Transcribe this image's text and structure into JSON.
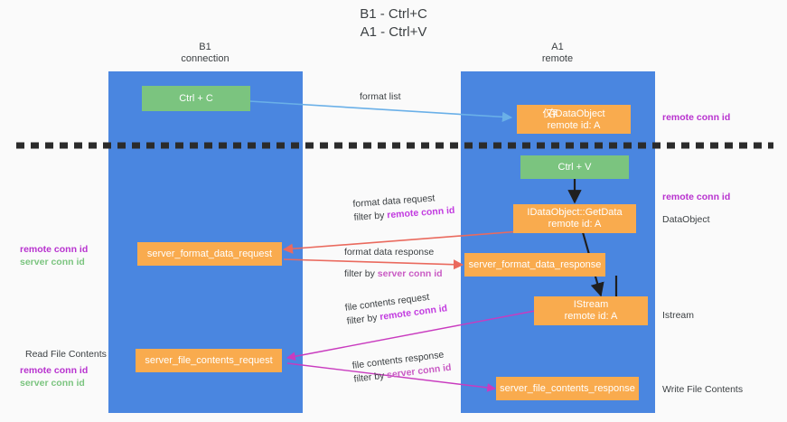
{
  "title": {
    "line1": "B1 - Ctrl+C",
    "line2": "A1 - Ctrl+V"
  },
  "lanes": [
    {
      "id": "b1",
      "title_line1": "B1",
      "title_line2": "connection",
      "color": "#4a86e0"
    },
    {
      "id": "a1",
      "title_line1": "A1",
      "title_line2": "remote",
      "color": "#4a86e0"
    }
  ],
  "boxes": {
    "ctrl_c": {
      "label": "Ctrl + C",
      "color": "#7bc47f"
    },
    "store_dataobject": {
      "label": "IDataObject",
      "prefix": "仅存",
      "sub": "remote id: A",
      "color": "#f9ab4e"
    },
    "ctrl_v": {
      "label": "Ctrl + V",
      "color": "#7bc47f"
    },
    "getdata": {
      "label": "IDataObject::GetData",
      "sub": "remote id: A",
      "color": "#f9ab4e"
    },
    "fmt_request": {
      "label": "server_format_data_request",
      "color": "#f9ab4e"
    },
    "fmt_response": {
      "label": "server_format_data_response",
      "color": "#f9ab4e"
    },
    "istream": {
      "label": "IStream",
      "sub": "remote id: A",
      "color": "#f9ab4e"
    },
    "file_request": {
      "label": "server_file_contents_request",
      "color": "#f9ab4e"
    },
    "file_response": {
      "label": "server_file_contents_response",
      "color": "#f9ab4e"
    }
  },
  "edges": [
    {
      "id": "format-list",
      "line1": "format list",
      "line2": "",
      "key": "",
      "color": "#6ab0e8"
    },
    {
      "id": "format-data-request",
      "line1": "format data request",
      "line2": "filter by",
      "key": "remote conn id",
      "color": "#ea6a5e"
    },
    {
      "id": "format-data-response",
      "line1": "format data response",
      "line2": "filter by",
      "key": "server conn id",
      "color": "#ea6a5e"
    },
    {
      "id": "file-contents-request",
      "line1": "file contents request",
      "line2": "filter by",
      "key": "remote conn id",
      "color": "#c93bbf"
    },
    {
      "id": "file-contents-response",
      "line1": "file contents response",
      "line2": "filter by",
      "key": "server conn id",
      "color": "#c93bbf"
    }
  ],
  "annotations": {
    "right": [
      {
        "id": "remote-conn-id-top",
        "text": "remote conn id",
        "kind": "remote"
      },
      {
        "id": "remote-conn-id-mid",
        "text": "remote conn id",
        "kind": "remote"
      },
      {
        "id": "dataobject",
        "text": "DataObject",
        "kind": "plain"
      },
      {
        "id": "istream",
        "text": "Istream",
        "kind": "plain"
      },
      {
        "id": "write-file-contents",
        "text": "Write File Contents",
        "kind": "plain"
      }
    ],
    "left": [
      {
        "id": "left-remote-conn-id-1",
        "text": "remote conn id",
        "kind": "remote"
      },
      {
        "id": "left-server-conn-id-1",
        "text": "server conn id",
        "kind": "server"
      },
      {
        "id": "read-file-contents",
        "text": "Read File Contents",
        "kind": "plain"
      },
      {
        "id": "left-remote-conn-id-2",
        "text": "remote conn id",
        "kind": "remote"
      },
      {
        "id": "left-server-conn-id-2",
        "text": "server conn id",
        "kind": "server"
      }
    ]
  },
  "divider": {
    "style": "dashed",
    "color": "#2b2b2b"
  },
  "colors": {
    "lane": "#4a86e0",
    "green": "#7bc47f",
    "orange": "#f9ab4e",
    "arrow_blue": "#6ab0e8",
    "arrow_red": "#ea6a5e",
    "arrow_magenta": "#c93bbf",
    "arrow_black": "#1f1f1f",
    "accent_purple": "#b832cf",
    "background": "#fafafa"
  }
}
